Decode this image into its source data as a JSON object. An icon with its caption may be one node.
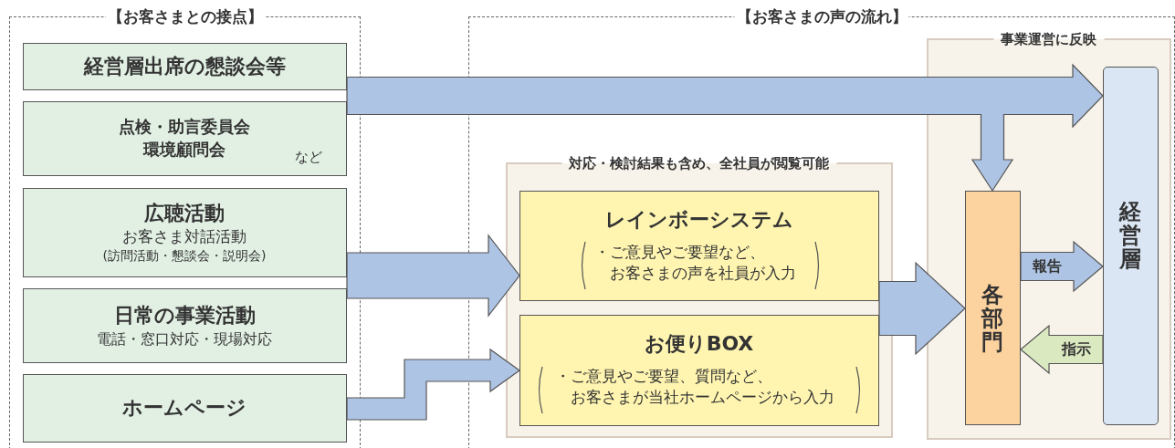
{
  "diagram": {
    "nodes": [
      {
        "text": [
          "【お客さまとの接点】"
        ]
      },
      {
        "text": [
          "経営層出席の懇談会等"
        ],
        "in": 0
      },
      {
        "text": [
          "点検・助言委員会",
          "環境顧問会",
          "など"
        ],
        "in": 0
      },
      {
        "text": [
          "広聴活動",
          "お客さま対話活動",
          "(訪問活動・懇談会・説明会)"
        ],
        "in": 0
      },
      {
        "text": [
          "日常の事業活動",
          "電話・窓口対応・現場対応"
        ],
        "in": 0
      },
      {
        "text": [
          "ホームページ"
        ],
        "in": 0
      },
      {
        "text": [
          "【お客さまの声の流れ】"
        ]
      },
      {
        "text": [
          "対応・検討結果も含め、全社員が閲覧可能"
        ],
        "in": 6
      },
      {
        "text": [
          "レインボーシステム",
          "・ご意見やご要望など、お客さまの声を社員が入力"
        ],
        "in": 7
      },
      {
        "text": [
          "お便りBOX",
          "・ご意見やご要望、質問など、お客さまが当社ホームページから入力"
        ],
        "in": 7
      },
      {
        "text": [
          "事業運営に反映"
        ],
        "in": 6
      },
      {
        "text": [
          "各部門"
        ],
        "in": 10
      },
      {
        "text": [
          "経営層"
        ],
        "in": 10
      }
    ],
    "edges": [
      {
        "from": 1,
        "to": 12,
        "arrow": "to"
      },
      {
        "from": 2,
        "to": 12,
        "arrow": "to"
      },
      {
        "from": 1,
        "to": 11,
        "arrow": "to"
      },
      {
        "from": 2,
        "to": 11,
        "arrow": "to"
      },
      {
        "from": 3,
        "to": 8,
        "arrow": "to"
      },
      {
        "from": 4,
        "to": 8,
        "arrow": "to"
      },
      {
        "from": 5,
        "to": 9,
        "arrow": "to"
      },
      {
        "from": 8,
        "to": 11,
        "arrow": "to"
      },
      {
        "from": 9,
        "to": 11,
        "arrow": "to"
      },
      {
        "from": 11,
        "to": 12,
        "arrow": "to",
        "label": "報告"
      },
      {
        "from": 12,
        "to": 11,
        "arrow": "to",
        "label": "指示",
        "color": "#dbe9c0"
      }
    ]
  }
}
